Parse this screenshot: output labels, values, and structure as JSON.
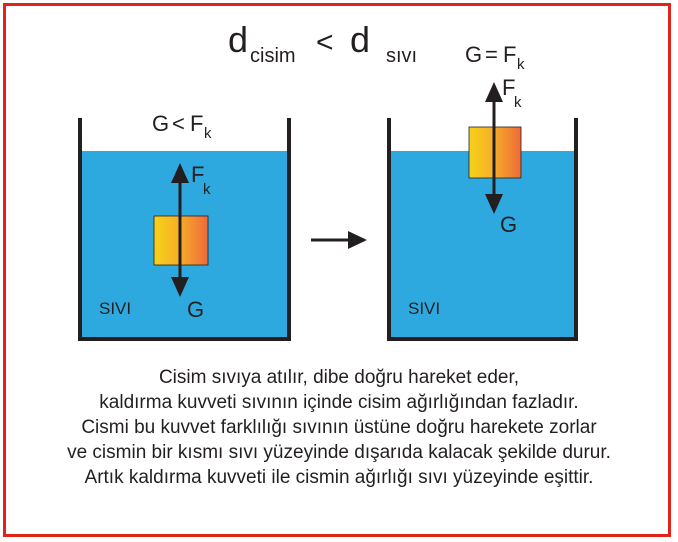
{
  "header": {
    "inequality": {
      "d": "d",
      "left_sub": "cisim",
      "op": "<",
      "right_sub": "sıvı"
    }
  },
  "left_panel": {
    "relation": {
      "g": "G",
      "op": "<",
      "f": "F",
      "sub": "k"
    },
    "force_up": {
      "f": "F",
      "sub": "k"
    },
    "force_down": "G",
    "liquid_label": "SIVI"
  },
  "right_panel": {
    "relation": {
      "g": "G",
      "op": "=",
      "f": "F",
      "sub": "k"
    },
    "force_up": {
      "f": "F",
      "sub": "k"
    },
    "force_down": "G",
    "liquid_label": "SIVI"
  },
  "caption": {
    "lines": [
      "Cisim sıvıya atılır, dibe doğru hareket eder,",
      "kaldırma kuvveti sıvının içinde cisim ağırlığından fazladır.",
      "Cismi bu kuvvet farklılığı sıvının üstüne doğru harekete zorlar",
      "ve cismin bir kısmı sıvı yüzeyinde dışarıda kalacak şekilde durur.",
      "Artık kaldırma kuvveti ile cismin ağırlığı sıvı yüzeyinde eşittir."
    ]
  },
  "colors": {
    "border": "#e2231a",
    "liquid": "#2ea9df",
    "block_start": "#f5d219",
    "block_end": "#ee6a3a",
    "ink": "#231f20"
  }
}
